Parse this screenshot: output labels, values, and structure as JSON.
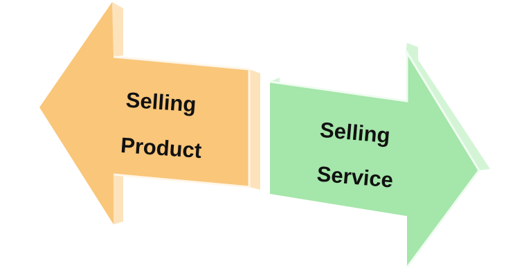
{
  "diagram": {
    "left_arrow": {
      "line1": "Selling",
      "line2": "Product",
      "face_color": "#f9c67a",
      "side_color": "#fde3bb",
      "edge_color": "#fff6e8"
    },
    "right_arrow": {
      "line1": "Selling",
      "line2": "Service",
      "face_color": "#a5e6aa",
      "side_color": "#d4f4d6",
      "edge_color": "#f0fcf1"
    }
  }
}
